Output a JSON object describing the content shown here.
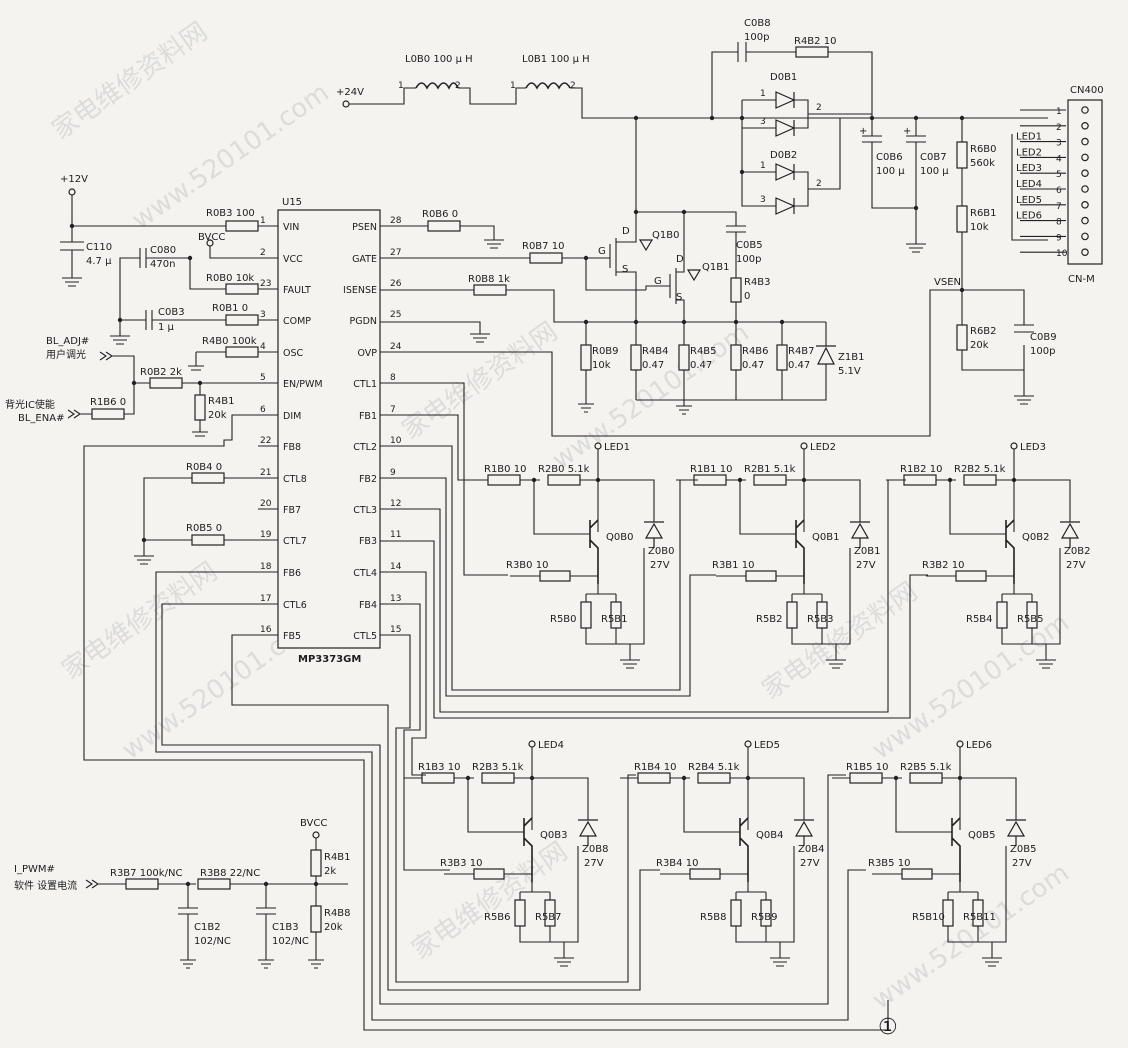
{
  "power": {
    "v24": "+24V",
    "v12": "+12V",
    "bvcc": "BVCC"
  },
  "ic": {
    "ref": "U15",
    "part": "MP3373GM",
    "left_pins": [
      {
        "num": "1",
        "name": "VIN"
      },
      {
        "num": "2",
        "name": "VCC"
      },
      {
        "num": "23",
        "name": "FAULT"
      },
      {
        "num": "3",
        "name": "COMP"
      },
      {
        "num": "4",
        "name": "OSC"
      },
      {
        "num": "5",
        "name": "EN/PWM"
      },
      {
        "num": "6",
        "name": "DIM"
      },
      {
        "num": "22",
        "name": "FB8"
      },
      {
        "num": "21",
        "name": "CTL8"
      },
      {
        "num": "20",
        "name": "FB7"
      },
      {
        "num": "19",
        "name": "CTL7"
      },
      {
        "num": "18",
        "name": "FB6"
      },
      {
        "num": "17",
        "name": "CTL6"
      },
      {
        "num": "16",
        "name": "FB5"
      }
    ],
    "right_pins": [
      {
        "num": "28",
        "name": "PSEN"
      },
      {
        "num": "27",
        "name": "GATE"
      },
      {
        "num": "26",
        "name": "ISENSE"
      },
      {
        "num": "25",
        "name": "PGDN"
      },
      {
        "num": "24",
        "name": "OVP"
      },
      {
        "num": "8",
        "name": "CTL1"
      },
      {
        "num": "7",
        "name": "FB1"
      },
      {
        "num": "10",
        "name": "CTL2"
      },
      {
        "num": "9",
        "name": "FB2"
      },
      {
        "num": "12",
        "name": "CTL3"
      },
      {
        "num": "11",
        "name": "FB3"
      },
      {
        "num": "14",
        "name": "CTL4"
      },
      {
        "num": "13",
        "name": "FB4"
      },
      {
        "num": "15",
        "name": "CTL5"
      }
    ]
  },
  "left_parts": {
    "c110": "C110",
    "c110_val": "4.7 μ",
    "c080": "C080",
    "c080_val": "470n",
    "c0b3": "C0B3",
    "c0b3_val": "1 μ",
    "r0b3": "R0B3 100",
    "r0b0": "R0B0 10k",
    "r0b1": "R0B1 0",
    "r4b0": "R4B0 100k",
    "r0b2": "R0B2 2k",
    "r1b6": "R1B6 0",
    "r4b1a": "R4B1",
    "r4b1a_val": "20k",
    "r0b4": "R0B4 0",
    "r0b5": "R0B5 0",
    "bl_adj": "BL_ADJ#",
    "bl_adj_cn": "用户调光",
    "bl_ena_cn": "背光IC使能",
    "bl_ena": "BL_ENA#"
  },
  "boost": {
    "l0b0": "L0B0 100 μ H",
    "l0b1": "L0B1 100 μ H",
    "pin1": "1",
    "pin2": "2",
    "c0b8": "C0B8",
    "c0b8_val": "100p",
    "r4b2": "R4B2 10",
    "d0b1": "D0B1",
    "d0b2": "D0B2",
    "c0b6": "C0B6",
    "c0b6_val": "100 μ",
    "c0b7": "C0B7",
    "c0b7_val": "100 μ",
    "r6b0": "R6B0",
    "r6b0_val": "560k",
    "r6b1": "R6B1",
    "r6b1_val": "10k",
    "r6b2": "R6B2",
    "r6b2_val": "20k",
    "c0b9": "C0B9",
    "c0b9_val": "100p",
    "vsen": "VSEN",
    "r0b6": "R0B6 0",
    "r0b7": "R0B7 10",
    "r0b8": "R0B8 1k",
    "q1b0": "Q1B0",
    "q1b1": "Q1B1",
    "g": "G",
    "d": "D",
    "s": "S",
    "c0b5": "C0B5",
    "c0b5_val": "100p",
    "r4b3": "R4B3",
    "r4b3_val": "0",
    "r0b9": "R0B9",
    "r0b9_val": "10k",
    "r4b4": "R4B4",
    "r4b4_val": "0.47",
    "r4b5": "R4B5",
    "r4b5_val": "0.47",
    "r4b6": "R4B6",
    "r4b6_val": "0.47",
    "r4b7": "R4B7",
    "r4b7_val": "0.47",
    "z1b1": "Z1B1",
    "z1b1_val": "5.1V"
  },
  "connector": {
    "ref": "CN400",
    "type": "CN-M",
    "pins": [
      "1",
      "2",
      "3",
      "4",
      "5",
      "6",
      "7",
      "8",
      "9",
      "10"
    ],
    "labels": [
      "LED1",
      "LED2",
      "LED3",
      "LED4",
      "LED5",
      "LED6"
    ]
  },
  "channels": [
    {
      "led": "LED1",
      "r1": "R1B0 10",
      "r2": "R2B0 5.1k",
      "r3": "R3B0 10",
      "q": "Q0B0",
      "ra": "R5B0",
      "rb": "R5B1",
      "z": "Z0B0",
      "zv": "27V"
    },
    {
      "led": "LED2",
      "r1": "R1B1 10",
      "r2": "R2B1 5.1k",
      "r3": "R3B1 10",
      "q": "Q0B1",
      "ra": "R5B2",
      "rb": "R5B3",
      "z": "Z0B1",
      "zv": "27V"
    },
    {
      "led": "LED3",
      "r1": "R1B2 10",
      "r2": "R2B2 5.1k",
      "r3": "R3B2 10",
      "q": "Q0B2",
      "ra": "R5B4",
      "rb": "R5B5",
      "z": "Z0B2",
      "zv": "27V"
    },
    {
      "led": "LED4",
      "r1": "R1B3 10",
      "r2": "R2B3 5.1k",
      "r3": "R3B3 10",
      "q": "Q0B3",
      "ra": "R5B6",
      "rb": "R5B7",
      "z": "Z0B8",
      "zv": "27V"
    },
    {
      "led": "LED5",
      "r1": "R1B4 10",
      "r2": "R2B4 5.1k",
      "r3": "R3B4 10",
      "q": "Q0B4",
      "ra": "R5B8",
      "rb": "R5B9",
      "z": "Z0B4",
      "zv": "27V"
    },
    {
      "led": "LED6",
      "r1": "R1B5 10",
      "r2": "R2B5 5.1k",
      "r3": "R3B5 10",
      "q": "Q0B5",
      "ra": "R5B10",
      "rb": "R5B11",
      "z": "Z0B5",
      "zv": "27V"
    }
  ],
  "pwm": {
    "net": "I_PWM#",
    "net_cn": "软件 设置电流",
    "r3b7": "R3B7 100k/NC",
    "r3b8": "R3B8 22/NC",
    "c1b2": "C1B2",
    "c1b2_val": "102/NC",
    "c1b3": "C1B3",
    "c1b3_val": "102/NC",
    "r4b1": "R4B1",
    "r4b1_val": "2k",
    "r4b8": "R4B8",
    "r4b8_val": "20k",
    "bvcc": "BVCC"
  },
  "page_mark": "①",
  "watermarks": [
    "家电维修资料网",
    "www.520101.com"
  ]
}
